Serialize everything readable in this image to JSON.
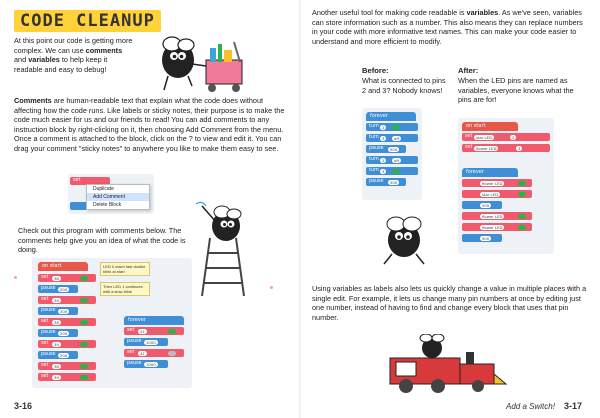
{
  "left": {
    "title": "CODE CLEANUP",
    "intro_1": "At this point our code is getting more complex. We can use ",
    "intro_b1": "comments",
    "intro_2": " and ",
    "intro_b2": "variables",
    "intro_3": " to help keep it readable and easy to debug!",
    "comments_b": "Comments",
    "comments_p": " are human-readable text that explain what the code does without affecting how the code runs. Like labels or sticky notes, their purpose is to make the code much easier for us and our friends to read! You can add comments to any instruction block by right-clicking on it, then choosing Add Comment from the menu. Once a comment is attached to the block, click on the ? to view and edit it. You can drag your comment \"sticky notes\" to anywhere you like to make them easy to see.",
    "check_out": "Check out this program with comments below. The comments help give you an idea of what the code is doing.",
    "menu_items": [
      "Duplicate",
      "Add Comment",
      "Delete Block"
    ],
    "menu_block_label": "set",
    "program": {
      "start": "on start",
      "note1": "LED 0 down fast double blink at start",
      "note2": "Then LED 1 continues with a slow blink",
      "forever": "forever",
      "set": "set",
      "to": "to",
      "pause": "pause",
      "pins": [
        "38",
        "39",
        "38",
        "39",
        "38",
        "39"
      ],
      "pause_vals": [
        "200",
        "200",
        "200",
        "200"
      ],
      "forever_pins": [
        "41",
        "41"
      ],
      "forever_pause": [
        "1000",
        "1000"
      ]
    },
    "page_number": "3-16"
  },
  "right": {
    "p1_a": "Another useful tool for making code readable is ",
    "p1_b": "variables",
    "p1_c": ". As we've seen, variables can store information such as a number. This also means they can replace numbers in your code with more informative text names. This can make your code easier to understand and more efficient to modify.",
    "before_h": "Before:",
    "before_t": "What is connected to pins 2 and 3? Nobody knows!",
    "after_h": "After:",
    "after_t": "When the LED pins are named as variables, everyone knows what the pins are for!",
    "before_code": {
      "forever": "forever",
      "turn": "turn",
      "on": "on",
      "off": "off",
      "pause": "pause",
      "pause_val": "500",
      "pins": [
        "2",
        "3",
        "2",
        "3"
      ]
    },
    "after_code": {
      "start": "on start",
      "set": "set",
      "to": "to",
      "star_led": "star LED",
      "flower_led": "flower LED",
      "star_val": "2",
      "flower_val": "3",
      "forever": "forever",
      "pause_val": "500"
    },
    "p2": "Using variables as labels also lets us quickly change a value in multiple places with a single edit. For example, it lets us change many pin numbers at once by editing just one number, instead of having to find and change every block that uses that pin number.",
    "footer_title": "Add a Switch!",
    "page_number": "3-17"
  },
  "colors": {
    "title_highlight": "#ffd23a",
    "event_block": "#e8584a",
    "set_block": "#ef5b6c",
    "pause_block": "#3f8fd6",
    "var_block": "#ef5b6c",
    "toggle_on": "#2bb34a",
    "sticky_note": "#fff8c6"
  },
  "icons": [
    "fly-pushing-cart-illustration",
    "fly-on-ladder-illustration",
    "fly-sitting-illustration",
    "fly-driving-train-illustration"
  ]
}
